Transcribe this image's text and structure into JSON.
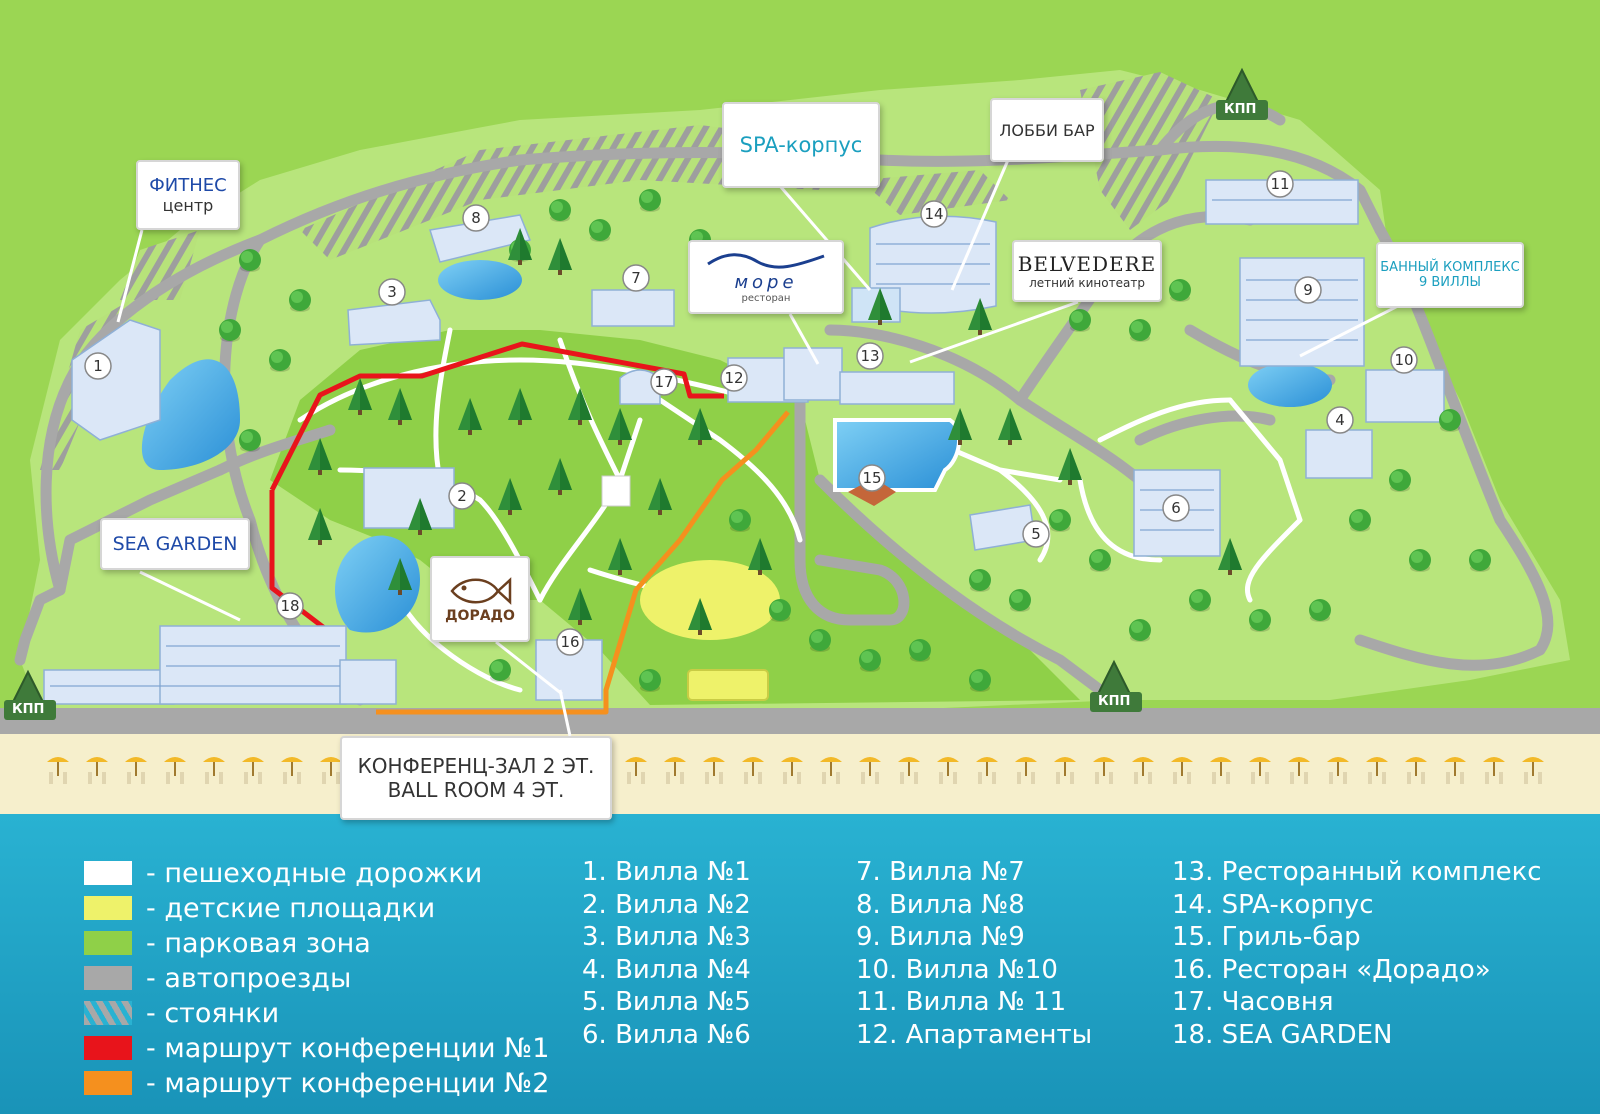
{
  "labels": {
    "fitness_line1": "ФИТНЕС",
    "fitness_line2": "центр",
    "spa": "SPA-корпус",
    "lobby_bar": "ЛОББИ БАР",
    "more_logo": "море",
    "more_sub": "ресторан",
    "belvedere_title": "BELVEDERE",
    "belvedere_sub": "летний кинотеатр",
    "banya_line1": "БАННЫЙ КОМПЛЕКС",
    "banya_line2": "9 ВИЛЛЫ",
    "sea_garden": "SEA GARDEN",
    "dorado": "ДОРАДО",
    "conf_line1": "КОНФЕРЕНЦ-ЗАЛ 2 ЭТ.",
    "conf_line2": "BALL ROOM 4 ЭТ.",
    "kpp": "КПП"
  },
  "building_numbers": [
    "1",
    "2",
    "3",
    "4",
    "5",
    "6",
    "7",
    "8",
    "9",
    "10",
    "11",
    "12",
    "13",
    "14",
    "15",
    "16",
    "17",
    "18"
  ],
  "legend": [
    {
      "label": "- пешеходные дорожки",
      "color": "#ffffff",
      "icon": "white-swatch"
    },
    {
      "label": "- детские площадки",
      "color": "#eef26a",
      "icon": "yellow-swatch"
    },
    {
      "label": "- парковая зона",
      "color": "#8fd048",
      "icon": "green-swatch"
    },
    {
      "label": "- автопроезды",
      "color": "#a8a8a8",
      "icon": "gray-swatch"
    },
    {
      "label": "- стоянки",
      "color": "#a8a8a8",
      "icon": "hatched-swatch"
    },
    {
      "label": "- маршрут конференции №1",
      "color": "#e8141b",
      "icon": "red-swatch"
    },
    {
      "label": "- маршрут конференции №2",
      "color": "#f5901e",
      "icon": "orange-swatch"
    }
  ],
  "list_col1": [
    "1. Вилла №1",
    "2. Вилла №2",
    "3. Вилла №3",
    "4. Вилла №4",
    "5. Вилла №5",
    "6. Вилла №6"
  ],
  "list_col2": [
    "7. Вилла №7",
    "8. Вилла №8",
    "9. Вилла №9",
    "10. Вилла №10",
    "11. Вилла № 11",
    "12. Апартаменты"
  ],
  "list_col3": [
    "13. Ресторанный комплекс",
    "14. SPA-корпус",
    "15. Гриль-бар",
    "16. Ресторан «Дорадо»",
    "17. Часовня",
    "18. SEA GARDEN"
  ],
  "colors": {
    "background": "#9bd653",
    "park": "#8fd048",
    "road": "#a8a8a8",
    "path": "#ffffff",
    "sea": "#1fa6c6",
    "sand": "#f6efcc",
    "route1": "#e8141b",
    "route2": "#f5901e",
    "pool": "#4cb2e8",
    "building": "#dbe7f7"
  }
}
